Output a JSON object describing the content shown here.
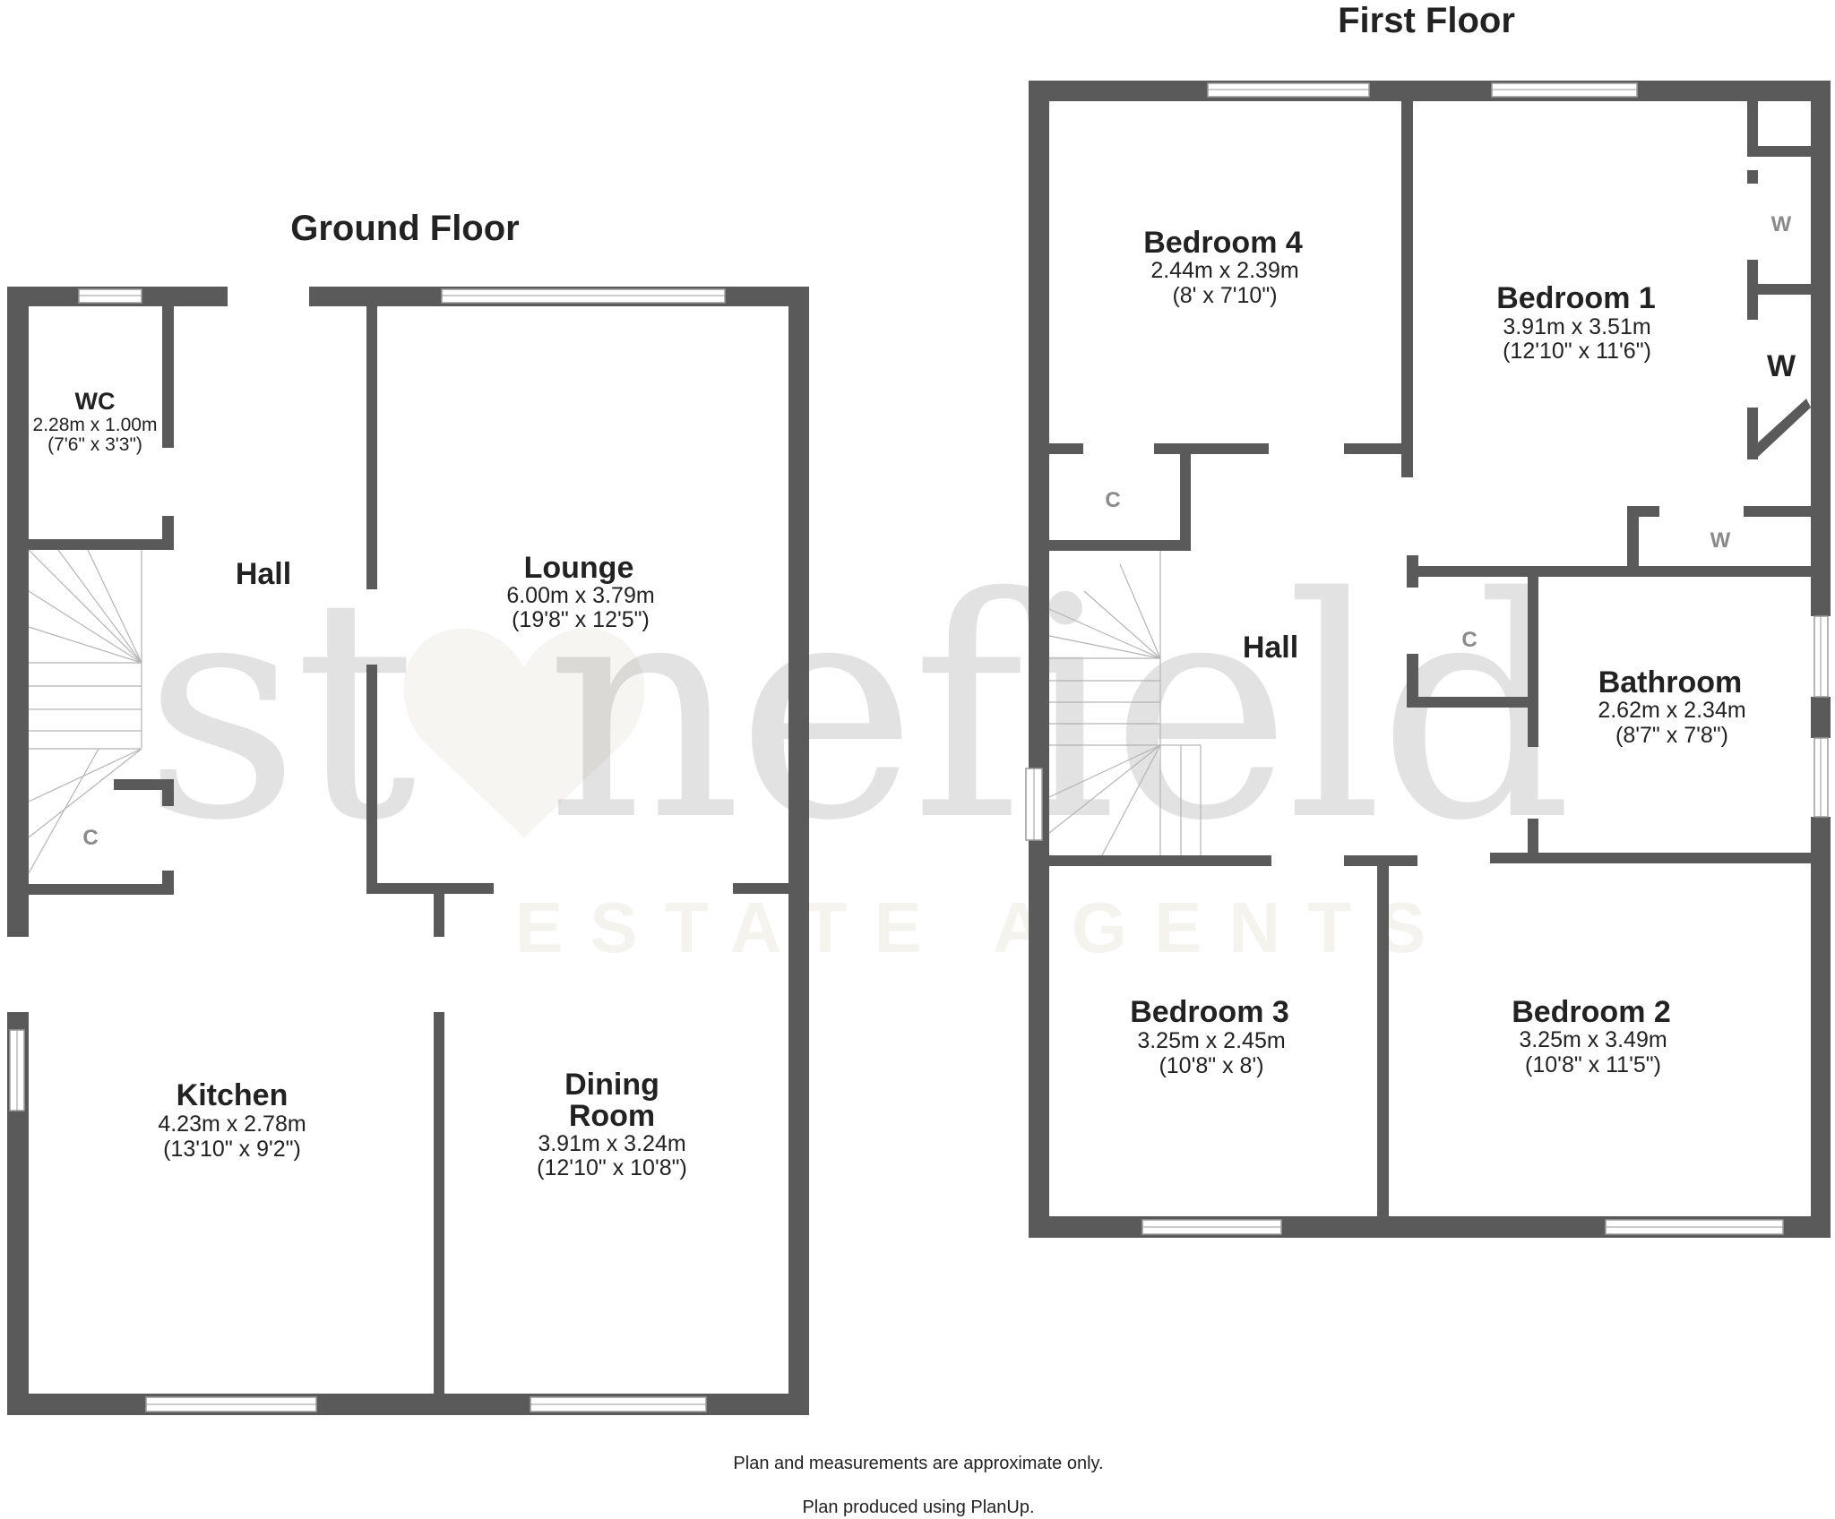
{
  "floors": {
    "ground": {
      "title": "Ground Floor",
      "rooms": {
        "wc": {
          "name": "WC",
          "dims_m": "2.28m x 1.00m",
          "dims_ft": "(7'6\" x 3'3\")"
        },
        "hall": {
          "name": "Hall"
        },
        "lounge": {
          "name": "Lounge",
          "dims_m": "6.00m x 3.79m",
          "dims_ft": "(19'8\" x 12'5\")"
        },
        "kitchen": {
          "name": "Kitchen",
          "dims_m": "4.23m x 2.78m",
          "dims_ft": "(13'10\" x 9'2\")"
        },
        "dining": {
          "name_line1": "Dining",
          "name_line2": "Room",
          "dims_m": "3.91m x 3.24m",
          "dims_ft": "(12'10\" x 10'8\")"
        }
      },
      "cupboard_label": "C"
    },
    "first": {
      "title": "First Floor",
      "rooms": {
        "bedroom4": {
          "name": "Bedroom 4",
          "dims_m": "2.44m x 2.39m",
          "dims_ft": "(8' x 7'10\")"
        },
        "bedroom1": {
          "name": "Bedroom 1",
          "dims_m": "3.91m x 3.51m",
          "dims_ft": "(12'10\" x 11'6\")"
        },
        "hall": {
          "name": "Hall"
        },
        "bathroom": {
          "name": "Bathroom",
          "dims_m": "2.62m x 2.34m",
          "dims_ft": "(8'7\" x 7'8\")"
        },
        "bedroom3": {
          "name": "Bedroom 3",
          "dims_m": "3.25m x 2.45m",
          "dims_ft": "(10'8\" x 8')"
        },
        "bedroom2": {
          "name": "Bedroom 2",
          "dims_m": "3.25m x 3.49m",
          "dims_ft": "(10'8\" x 11'5\")"
        }
      },
      "cupboard_label": "C",
      "wardrobe_label": "W"
    }
  },
  "watermark": {
    "logo_text": "stonefield",
    "tagline": "ESTATE AGENTS"
  },
  "notes": {
    "line1": "Plan and measurements are approximate only.",
    "line2": "Plan produced using PlanUp."
  },
  "colors": {
    "wall": "#5a5a5b",
    "text": "#222222",
    "watermark_accent": "#c8b89a"
  }
}
